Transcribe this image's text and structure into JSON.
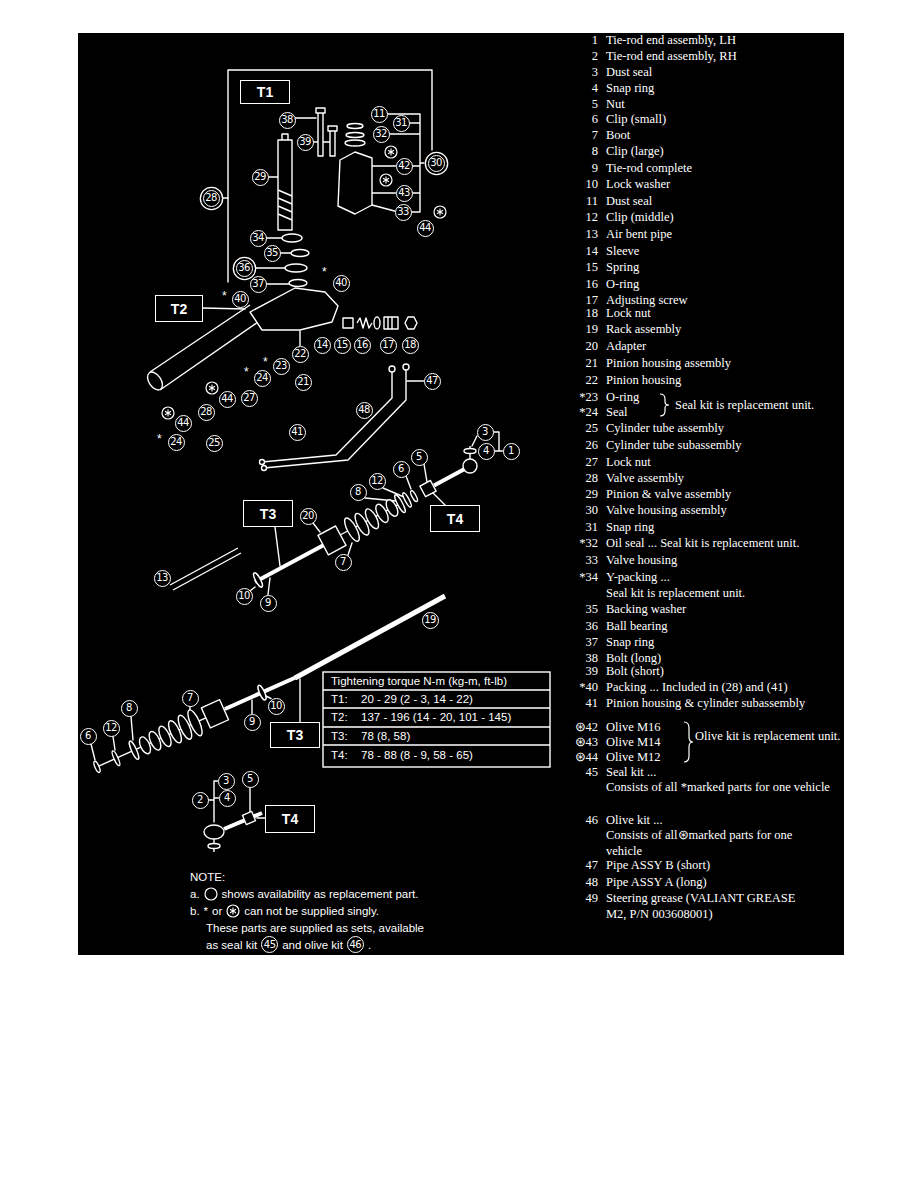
{
  "diagram": {
    "nodes": [
      {
        "text": [
          "T1"
        ]
      },
      {
        "text": [
          "T2"
        ]
      },
      {
        "text": [
          "T3"
        ]
      },
      {
        "text": [
          "T4"
        ]
      },
      {
        "text": [
          "T3"
        ]
      },
      {
        "text": [
          "T4"
        ]
      }
    ],
    "labels": [
      "11",
      "38",
      "39",
      "31",
      "32",
      "30",
      "42",
      "43",
      "33",
      "44",
      "29",
      "28",
      "34",
      "35",
      "36",
      "37",
      "*",
      "40",
      "*",
      "40",
      "14",
      "15",
      "16",
      "17",
      "18",
      "22",
      "*",
      "23",
      "*",
      "24",
      "21",
      "27",
      "44",
      "28",
      "44",
      "*",
      "24",
      "25",
      "41",
      "48",
      "47",
      "3",
      "4",
      "1",
      "5",
      "6",
      "12",
      "8",
      "20",
      "7",
      "9",
      "10",
      "13",
      "19",
      "10",
      "9",
      "7",
      "8",
      "12",
      "6",
      "3",
      "4",
      "5",
      "2",
      "Tightening torque N-m (kg-m, ft-lb)",
      "T1:",
      "20 - 29 (2 - 3, 14 - 22)",
      "T2:",
      "137 - 196 (14 - 20, 101 - 145)",
      "T3:",
      "78 (8, 58)",
      "T4:",
      "78 - 88 (8 - 9, 58 - 65)",
      "NOTE:",
      "a.",
      "shows availability as replacement part.",
      "b.",
      "*",
      "or",
      "can not be supplied singly.",
      "These parts are supplied as sets, available",
      "as seal kit",
      "45",
      "and olive kit",
      "46",
      ".",
      "1",
      "Tie-rod end assembly, LH",
      "2",
      "Tie-rod end assembly, RH",
      "3",
      "Dust seal",
      "4",
      "Snap ring",
      "5",
      "Nut",
      "6",
      "Clip (small)",
      "7",
      "Boot",
      "8",
      "Clip (large)",
      "9",
      "Tie-rod complete",
      "10",
      "Lock washer",
      "11",
      "Dust seal",
      "12",
      "Clip (middle)",
      "13",
      "Air bent pipe",
      "14",
      "Sleeve",
      "15",
      "Spring",
      "16",
      "O-ring",
      "17",
      "Adjusting screw",
      "18",
      "Lock nut",
      "19",
      "Rack assembly",
      "20",
      "Adapter",
      "21",
      "Pinion housing assembly",
      "22",
      "Pinion housing",
      "*23",
      "O-ring",
      "*24",
      "Seal",
      "Seal kit is replacement unit.",
      "25",
      "Cylinder tube assembly",
      "26",
      "Cylinder tube subassembly",
      "27",
      "Lock nut",
      "28",
      "Valve assembly",
      "29",
      "Pinion & valve assembly",
      "30",
      "Valve housing assembly",
      "31",
      "Snap ring",
      "*32",
      "Oil seal ... Seal kit is replacement unit.",
      "33",
      "Valve housing",
      "*34",
      "Y-packing ...",
      "Seal kit is replacement unit.",
      "35",
      "Backing washer",
      "36",
      "Ball bearing",
      "37",
      "Snap ring",
      "38",
      "Bolt (long)",
      "39",
      "Bolt (short)",
      "*40",
      "Packing ... Included in (28) and (41)",
      "41",
      "Pinion housing & cylinder subassembly",
      "⊛42",
      "Olive M16",
      "⊛43",
      "Olive M14",
      "⊛44",
      "Olive M12",
      "Olive kit is replacement unit.",
      "45",
      "Seal kit ...",
      "Consists of all *marked parts for one vehicle",
      "46",
      "Olive kit ...",
      "Consists of all⊛marked parts for one vehicle",
      "47",
      "Pipe ASSY B (short)",
      "48",
      "Pipe ASSY A (long)",
      "49",
      "Steering grease (VALIANT GREASE M2, P/N 003608001)"
    ]
  }
}
